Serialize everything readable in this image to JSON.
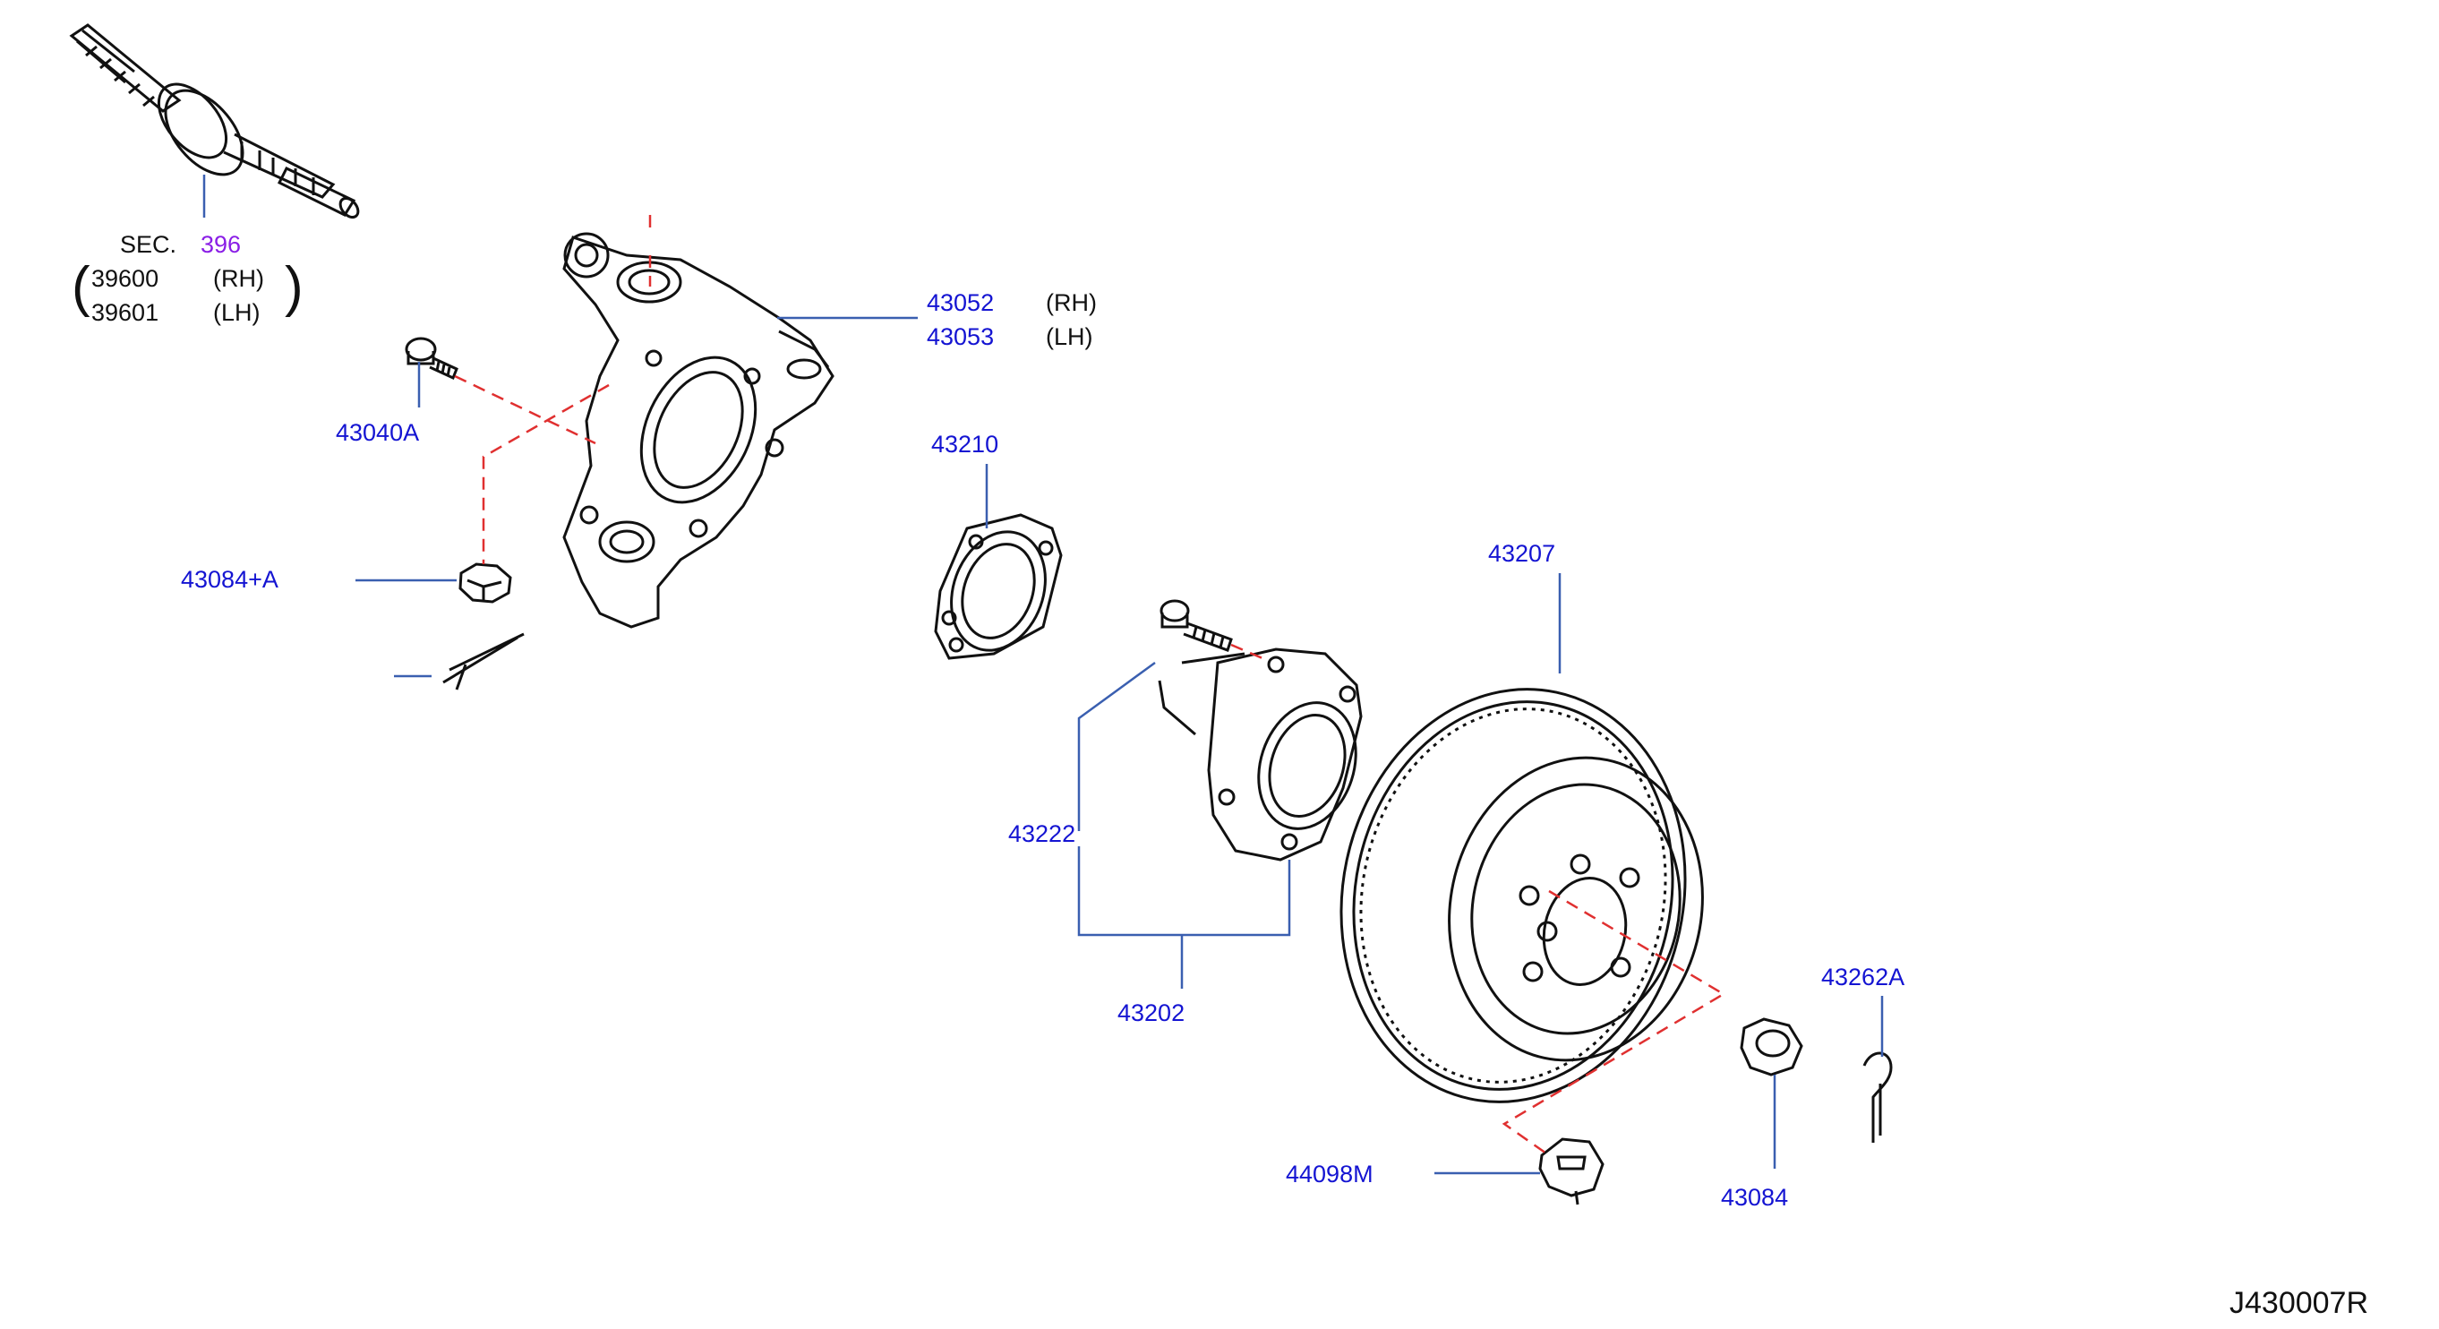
{
  "diagram": {
    "code": "J430007R",
    "colors": {
      "part_number": "#1414d2",
      "section_link": "#8a1ee6",
      "text": "#111111",
      "leader_line": "#3a5fb0",
      "phantom_line": "#e03030",
      "outline": "#111111"
    }
  },
  "drive_shaft": {
    "sec_prefix": "SEC.",
    "sec_number": "396",
    "rh_number": "39600",
    "rh_side": "(RH)",
    "lh_number": "39601",
    "lh_side": "(LH)",
    "icon": "drive-shaft-icon"
  },
  "parts": {
    "knuckle_rh": "43052",
    "knuckle_rh_side": "(RH)",
    "knuckle_lh": "43053",
    "knuckle_lh_side": "(LH)",
    "knuckle_bolt": "43040A",
    "knuckle_nut": "43084+A",
    "bearing": "43210",
    "rotor": "43207",
    "hub_bolt": "43222",
    "hub_assembly": "43202",
    "cotter_pin": "43262A",
    "wheel_nut": "43084",
    "cap": "44098M"
  }
}
